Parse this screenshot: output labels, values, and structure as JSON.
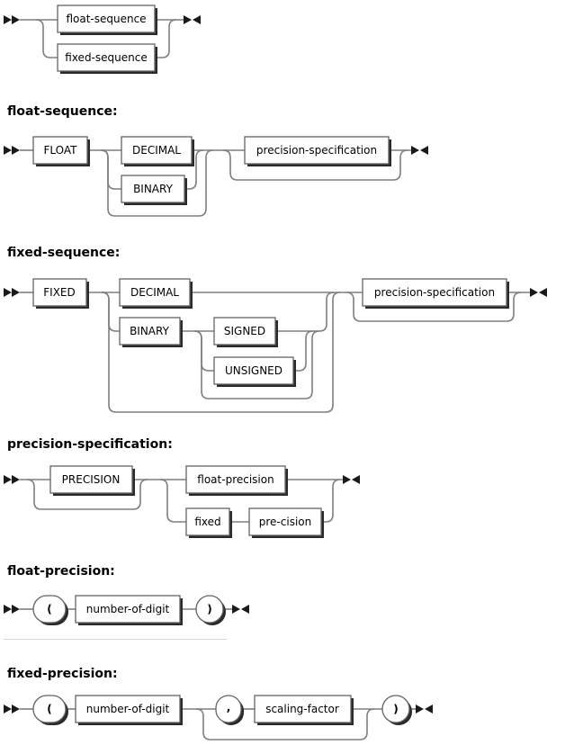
{
  "overview": {
    "float_sequence": "float-sequence",
    "fixed_sequence": "fixed-sequence"
  },
  "float_sequence": {
    "heading": "float-sequence:",
    "float": "FLOAT",
    "decimal": "DECIMAL",
    "binary": "BINARY",
    "precision_specification": "precision-specification"
  },
  "fixed_sequence": {
    "heading": "fixed-sequence:",
    "fixed": "FIXED",
    "decimal": "DECIMAL",
    "binary": "BINARY",
    "signed": "SIGNED",
    "unsigned": "UNSIGNED",
    "precision_specification": "precision-specification"
  },
  "precision_specification": {
    "heading": "precision-specification:",
    "precision": "PRECISION",
    "float_precision": "float-precision",
    "fixed": "fixed",
    "pre_cision": "pre-cision"
  },
  "float_precision": {
    "heading": "float-precision:",
    "open_paren": "(",
    "number_of_digit": "number-of-digit",
    "close_paren": ")"
  },
  "fixed_precision": {
    "heading": "fixed-precision:",
    "open_paren": "(",
    "number_of_digit": "number-of-digit",
    "comma": ",",
    "scaling_factor": "scaling-factor",
    "close_paren": ")"
  },
  "colors": {
    "line": "#7e7e7e",
    "box_border": "#636363",
    "box_shadow": "#2a2a2a",
    "arrow": "#1a1a1a",
    "text": "#000000",
    "divider": "#d8d8d8",
    "background": "#ffffff"
  }
}
